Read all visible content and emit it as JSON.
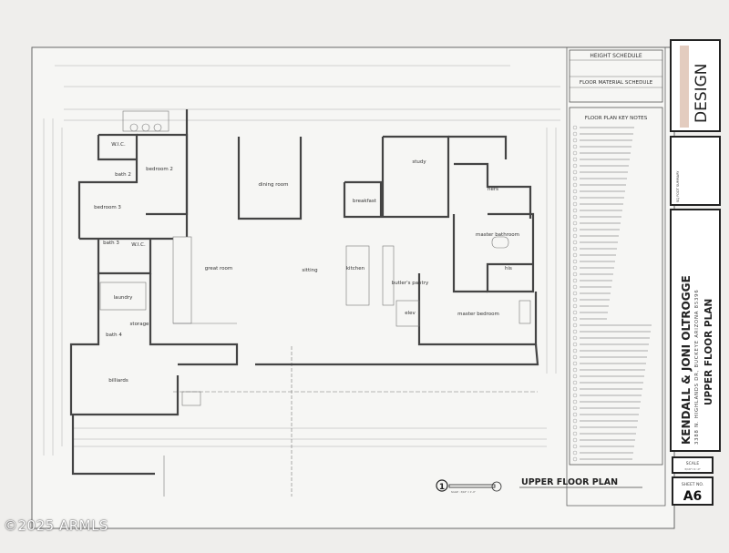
{
  "watermark": "©2025 ARMLS",
  "plan": {
    "title": "UPPER FLOOR PLAN",
    "callout_number": "1",
    "scale_bar_label": "SCALE : 3/16\" = 1'-0\"",
    "rooms": [
      {
        "name": "W.I.C."
      },
      {
        "name": "bedroom 2"
      },
      {
        "name": "bath 2"
      },
      {
        "name": "bedroom 3"
      },
      {
        "name": "bath 3"
      },
      {
        "name": "W.I.C."
      },
      {
        "name": "laundry"
      },
      {
        "name": "storage"
      },
      {
        "name": "bath 4"
      },
      {
        "name": "billiards"
      },
      {
        "name": "dining room"
      },
      {
        "name": "breakfast"
      },
      {
        "name": "study"
      },
      {
        "name": "hers"
      },
      {
        "name": "master bathroom"
      },
      {
        "name": "his"
      },
      {
        "name": "great room"
      },
      {
        "name": "sitting"
      },
      {
        "name": "kitchen"
      },
      {
        "name": "butler's pantry"
      },
      {
        "name": "elev"
      },
      {
        "name": "master bedroom"
      }
    ]
  },
  "schedules": {
    "height_title": "HEIGHT SCHEDULE",
    "material_title": "FLOOR MATERIAL SCHEDULE",
    "key_notes_title": "FLOOR PLAN KEY NOTES"
  },
  "title_block": {
    "logo_text": "DESIGN",
    "owner": "KENDALL & JONI OLTROGGE",
    "address": "3388 N. HIGHLANDS DR, BUCKEYE ARIZONA 85396",
    "sheet_title": "UPPER FLOOR PLAN",
    "sq_foot_summary_title": "SQ FOOT SUMMARY",
    "scale_label": "SCALE",
    "scale_value": "3/16\"=1'-0\"",
    "sheet_no_label": "SHEET NO.",
    "sheet_no": "A6"
  }
}
